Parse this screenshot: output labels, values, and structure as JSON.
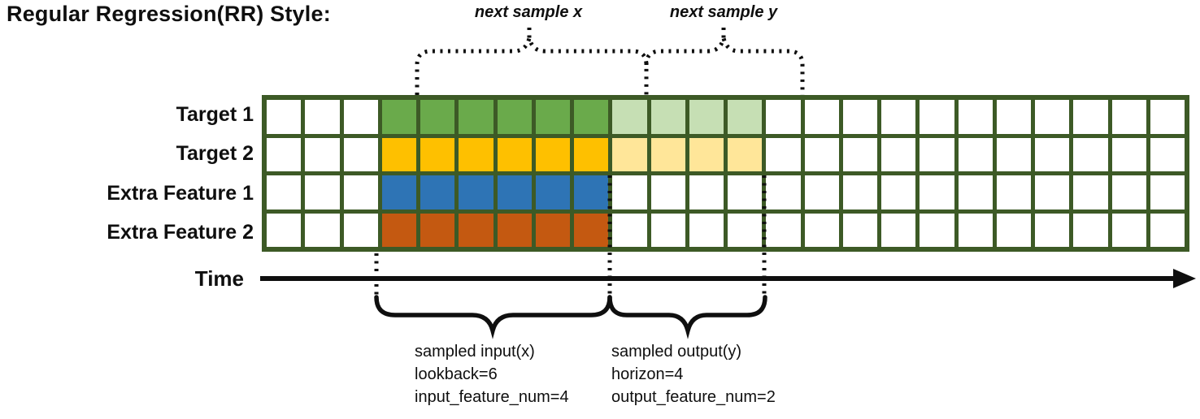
{
  "title": "Regular Regression(RR) Style:",
  "top_annotations": {
    "next_sample_x": "next sample x",
    "next_sample_y": "next sample y"
  },
  "time_axis": {
    "label": "Time"
  },
  "colors": {
    "grid_border": "#3d5a26",
    "empty_cell": "#ffffff",
    "ink": "#0f0f0f"
  },
  "grid": {
    "num_columns": 24,
    "num_rows": 4,
    "input_start_col": 3,
    "input_end_col": 9,
    "output_start_col": 9,
    "output_end_col": 13,
    "rows": [
      {
        "label": "Target 1",
        "input_color": "#6aaa4b",
        "output_color": "#c6dfb4"
      },
      {
        "label": "Target 2",
        "input_color": "#fec000",
        "output_color": "#ffe699"
      },
      {
        "label": "Extra Feature 1",
        "input_color": "#2e74b5",
        "output_color": null
      },
      {
        "label": "Extra Feature 2",
        "input_color": "#c45911",
        "output_color": null
      }
    ]
  },
  "bottom_annotations": {
    "input": {
      "lines": [
        "sampled input(x)",
        "lookback=6",
        "input_feature_num=4"
      ]
    },
    "output": {
      "lines": [
        "sampled output(y)",
        "horizon=4",
        "output_feature_num=2"
      ]
    }
  }
}
